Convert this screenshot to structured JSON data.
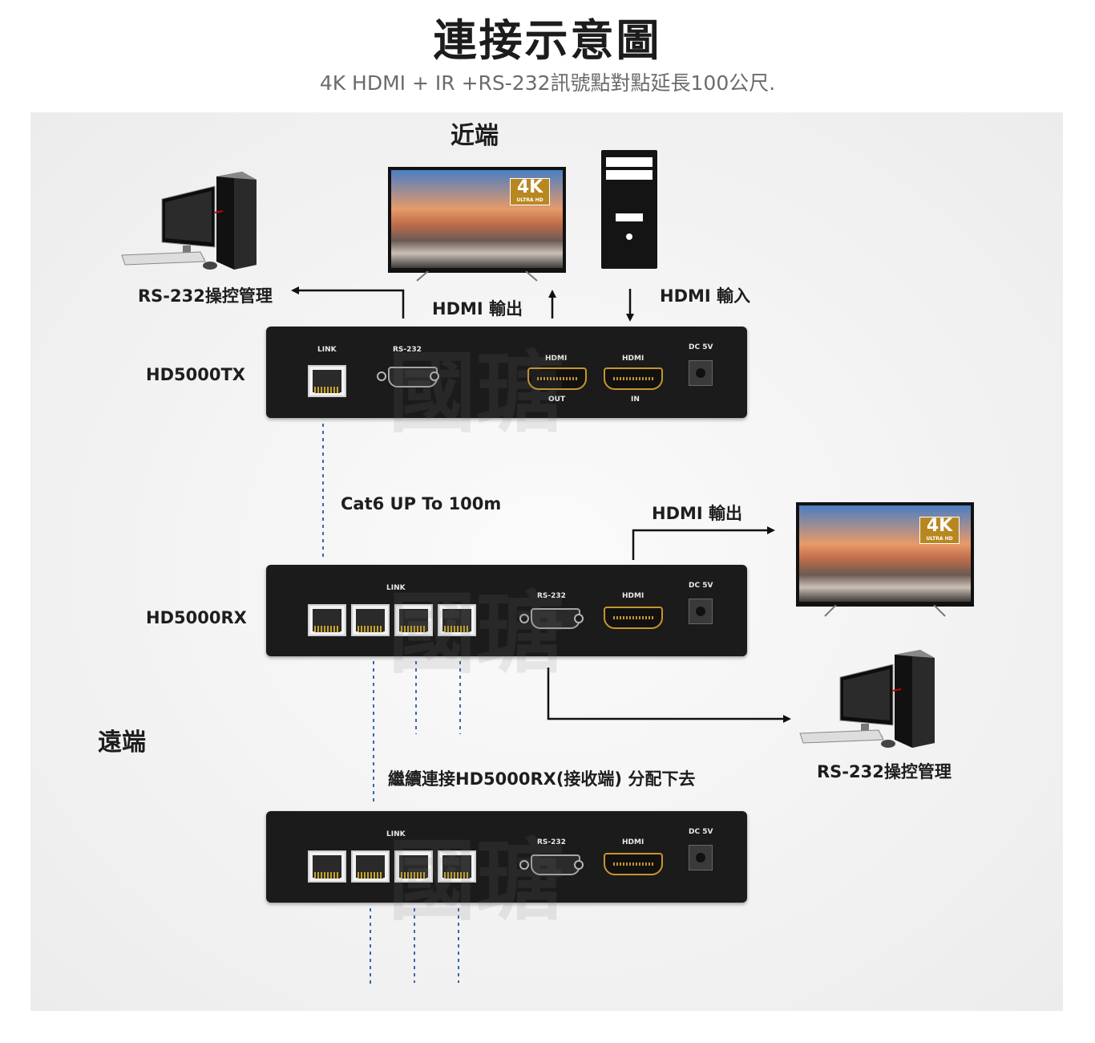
{
  "title": "連接示意圖",
  "subtitle": "4K HDMI + IR +RS-232訊號點對點延長100公尺.",
  "zones": {
    "near": "近端",
    "far": "遠端"
  },
  "labels": {
    "rs232_control_tx": "RS-232操控管理",
    "hdmi_out_tx": "HDMI 輸出",
    "hdmi_in_tx": "HDMI 輸入",
    "cat6": "Cat6 UP To 100m",
    "hdmi_out_rx": "HDMI 輸出",
    "rs232_control_rx": "RS-232操控管理",
    "cascade": "繼續連接HD5000RX(接收端) 分配下去"
  },
  "devices": {
    "tx": {
      "model": "HD5000TX",
      "ports": {
        "link": "LINK",
        "rs232": "RS-232",
        "hdmi_top_out": "HDMI",
        "hdmi_out": "OUT",
        "hdmi_top_in": "HDMI",
        "hdmi_in": "IN",
        "dc": "DC 5V"
      }
    },
    "rx": {
      "model": "HD5000RX",
      "ports": {
        "link": "LINK",
        "rs232": "RS-232",
        "hdmi": "HDMI",
        "dc": "DC 5V"
      }
    },
    "rx2": {
      "ports": {
        "link": "LINK",
        "rs232": "RS-232",
        "hdmi": "HDMI",
        "dc": "DC 5V"
      }
    }
  },
  "tv_badge": {
    "big": "4K",
    "small": "ULTRA HD"
  },
  "watermark": "國瑭"
}
